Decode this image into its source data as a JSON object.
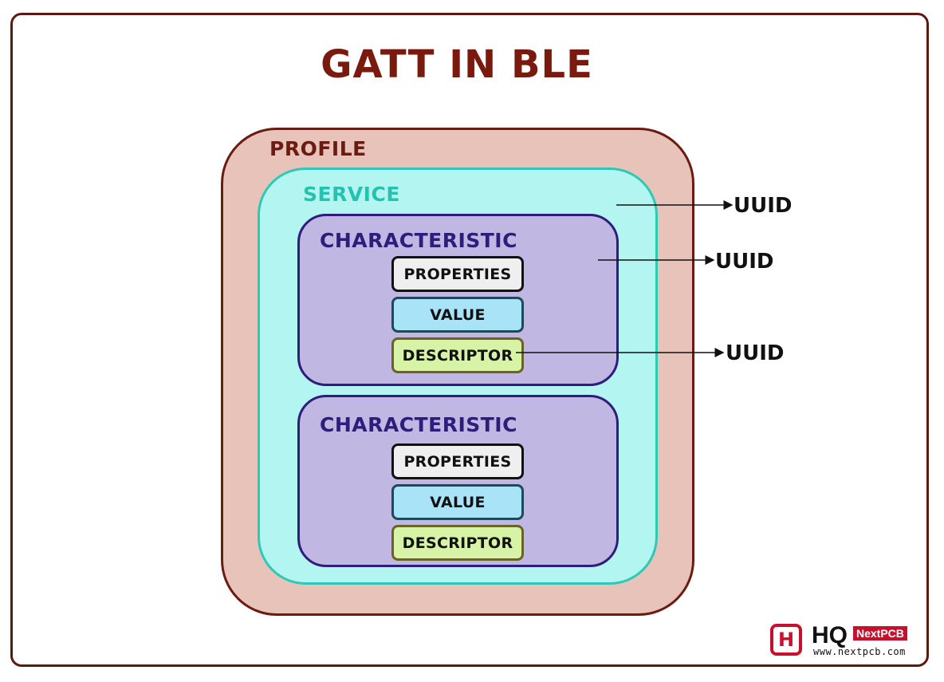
{
  "title": "GATT IN BLE",
  "profile": {
    "label": "PROFILE"
  },
  "service": {
    "label": "SERVICE"
  },
  "characteristics": [
    {
      "label": "CHARACTERISTIC",
      "properties": "PROPERTIES",
      "value": "VALUE",
      "descriptor": "DESCRIPTOR"
    },
    {
      "label": "CHARACTERISTIC",
      "properties": "PROPERTIES",
      "value": "VALUE",
      "descriptor": "DESCRIPTOR"
    }
  ],
  "uuids": [
    "UUID",
    "UUID",
    "UUID"
  ],
  "logo": {
    "mark": "H",
    "brand": "HQ",
    "badge": "NextPCB",
    "url": "www.nextpcb.com"
  },
  "colors": {
    "title": "#7a1a0e",
    "profile_fill": "#e8c3b9",
    "service_fill": "#b3f5f0",
    "characteristic_fill": "#c0b7e3",
    "value_fill": "#a8e3f7",
    "descriptor_fill": "#d6f3a6",
    "logo_red": "#c8102e"
  }
}
